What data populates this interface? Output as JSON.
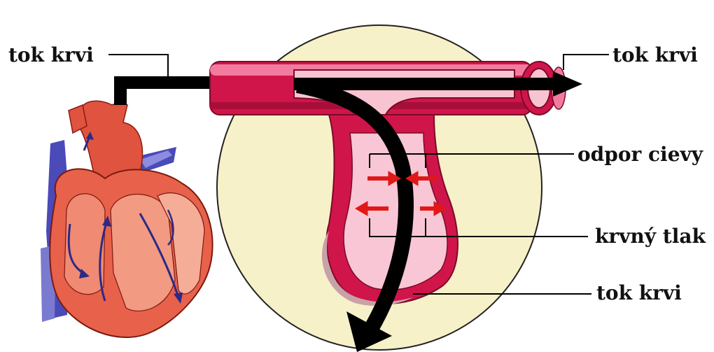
{
  "labels": {
    "flow_in": "tok krvi",
    "flow_out": "tok krvi",
    "vessel_resistance": "odpor cievy",
    "blood_pressure": "krvný tlak",
    "flow_down": "tok krvi"
  },
  "colors": {
    "background": "#ffffff",
    "circle_fill": "#f6f1c8",
    "vessel_red": "#d0154a",
    "vessel_pink": "#f27ba0",
    "flow_arrow": "#000000",
    "pressure_arrow": "#e01818",
    "heart_red": "#e0533f",
    "heart_blue": "#4a4ab8"
  },
  "icons": [
    "heart-icon",
    "blood-vessel-icon",
    "flow-arrow-icon",
    "pressure-arrow-icon"
  ]
}
